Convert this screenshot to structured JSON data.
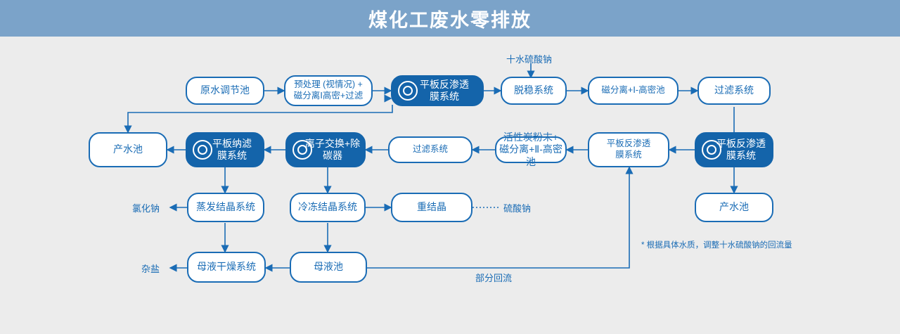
{
  "header": {
    "title": "煤化工废水零排放"
  },
  "colors": {
    "header_bg": "#7ba3c9",
    "accent": "#1a6cb5",
    "filled": "#1464aa",
    "page_bg": "#ececec"
  },
  "nodes": [
    {
      "id": "n1",
      "label": "原水调节池",
      "style": "outline"
    },
    {
      "id": "n2",
      "label": "预处理 (视情况) +\n磁分离Ⅰ高密+过滤",
      "style": "outline"
    },
    {
      "id": "n3",
      "label": "平板反渗透\n膜系统",
      "style": "filled",
      "icon": "membrane-icon"
    },
    {
      "id": "n4",
      "label": "脱稳系统",
      "style": "outline"
    },
    {
      "id": "n5",
      "label": "磁分离+Ⅰ-高密池",
      "style": "outline"
    },
    {
      "id": "n6",
      "label": "过滤系统",
      "style": "outline"
    },
    {
      "id": "n7",
      "label": "平板反渗透\n膜系统",
      "style": "filled",
      "icon": "membrane-icon"
    },
    {
      "id": "n8",
      "label": "活性炭粉末+\n磁分离+Ⅱ-高密池",
      "style": "outline"
    },
    {
      "id": "n9",
      "label": "过滤系统",
      "style": "outline"
    },
    {
      "id": "n10",
      "label": "离子交换+除碳器",
      "style": "outline"
    },
    {
      "id": "n11",
      "label": "平板纳滤\n膜系统",
      "style": "filled",
      "icon": "membrane-icon"
    },
    {
      "id": "n12",
      "label": "平板反渗透\n膜系统",
      "style": "filled",
      "icon": "membrane-icon"
    },
    {
      "id": "n13",
      "label": "产水池",
      "style": "outline"
    },
    {
      "id": "n14",
      "label": "产水池",
      "style": "outline"
    },
    {
      "id": "n15",
      "label": "蒸发结晶系统",
      "style": "outline"
    },
    {
      "id": "n16",
      "label": "冷冻结晶系统",
      "style": "outline"
    },
    {
      "id": "n17",
      "label": "重结晶",
      "style": "outline"
    },
    {
      "id": "n18",
      "label": "母液干燥系统",
      "style": "outline"
    },
    {
      "id": "n19",
      "label": "母液池",
      "style": "outline"
    }
  ],
  "labels": {
    "top_chem": "十水硫酸钠",
    "sodium_chloride": "氯化钠",
    "sodium_sulfate": "硫酸钠",
    "misc_salt": "杂盐",
    "partial_reflux": "部分回流",
    "footnote": "* 根据具体水质，调整十水硫酸钠的回流量"
  }
}
